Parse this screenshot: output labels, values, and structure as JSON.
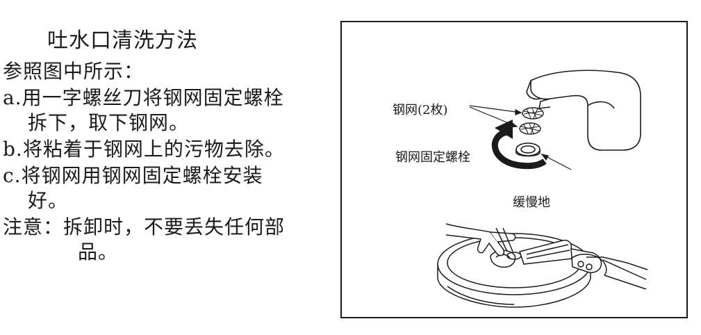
{
  "instructions": {
    "title": "吐水口清洗方法",
    "intro": "参照图中所示：",
    "step_a_line1": "a.用一字螺丝刀将钢网固定螺栓",
    "step_a_line2": "拆下，取下钢网。",
    "step_b": "b.将粘着于钢网上的污物去除。",
    "step_c_line1": "c.将钢网用钢网固定螺栓安装",
    "step_c_line2": "好。",
    "note_line1": "注意：拆卸时，不要丢失任何部",
    "note_line2": "品。"
  },
  "figure": {
    "mesh_label": "钢网(2枚)",
    "bolt_label": "钢网固定螺栓",
    "slowly_label": "缓慢地"
  }
}
